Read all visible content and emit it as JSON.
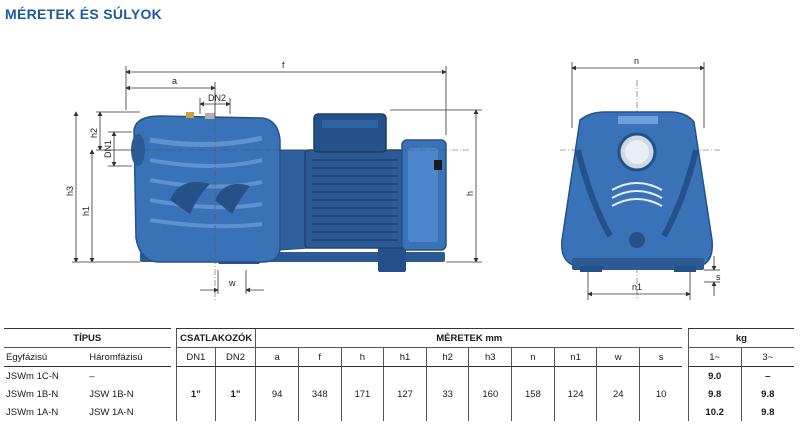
{
  "page": {
    "title": "MÉRETEK ÉS SÚLYOK"
  },
  "drawing": {
    "labels": {
      "f": "f",
      "a": "a",
      "DN2": "DN2",
      "h2": "h2",
      "DN1": "DN1",
      "h3": "h3",
      "h1": "h1",
      "h": "h",
      "w": "w",
      "n": "n",
      "n1": "n1",
      "s": "s"
    },
    "colors": {
      "pump_blue": "#3a72b8",
      "pump_dark": "#24518a",
      "pump_light": "#6fa0dc",
      "motor_dark": "#20446f",
      "dim_line": "#333333"
    }
  },
  "table": {
    "group_headers": {
      "type": "TÍPUS",
      "connectors": "CSATLAKOZÓK",
      "dimensions": "MÉRETEK mm",
      "weight": "kg"
    },
    "sub_headers": {
      "single_phase": "Egyfázisú",
      "three_phase": "Háromfázisú",
      "dn1": "DN1",
      "dn2": "DN2",
      "a": "a",
      "f": "f",
      "h": "h",
      "h1": "h1",
      "h2": "h2",
      "h3": "h3",
      "n": "n",
      "n1": "n1",
      "w": "w",
      "s": "s",
      "kg1": "1~",
      "kg3": "3~"
    },
    "connectors": {
      "dn1": "1”",
      "dn2": "1”"
    },
    "dimensions": {
      "a": "94",
      "f": "348",
      "h": "171",
      "h1": "127",
      "h2": "33",
      "h3": "160",
      "n": "158",
      "n1": "124",
      "w": "24",
      "s": "10"
    },
    "rows": [
      {
        "single": "JSWm 1C-N",
        "three": "–",
        "kg1": "9.0",
        "kg3": "–"
      },
      {
        "single": "JSWm 1B-N",
        "three": "JSW 1B-N",
        "kg1": "9.8",
        "kg3": "9.8"
      },
      {
        "single": "JSWm 1A-N",
        "three": "JSW 1A-N",
        "kg1": "10.2",
        "kg3": "9.8"
      }
    ]
  }
}
